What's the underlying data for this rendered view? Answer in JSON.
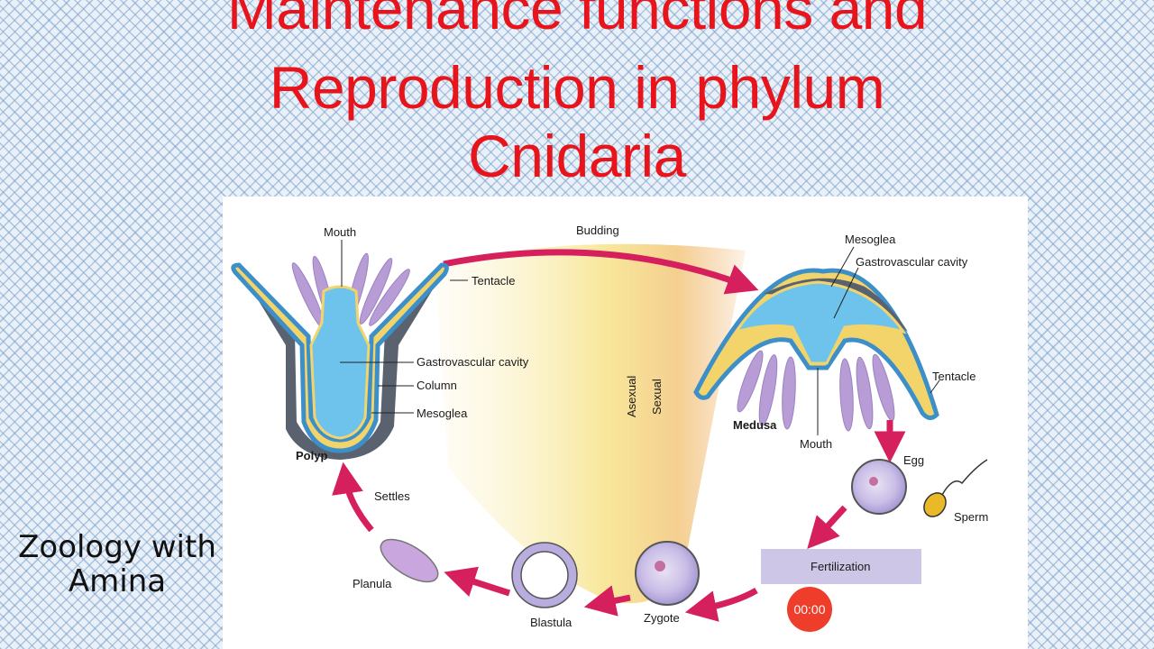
{
  "title_lines": [
    "Maintenance functions and",
    "Reproduction in phylum",
    "Cnidaria"
  ],
  "credit": {
    "line1": "Zoology with",
    "line2": "Amina"
  },
  "timer": "00:00",
  "diagram": {
    "polyp": {
      "name": "Polyp",
      "labels": {
        "mouth": "Mouth",
        "tentacle": "Tentacle",
        "gastrovascular_cavity": "Gastrovascular cavity",
        "column": "Column",
        "mesoglea": "Mesoglea"
      }
    },
    "medusa": {
      "name": "Medusa",
      "labels": {
        "mesoglea": "Mesoglea",
        "gastrovascular_cavity": "Gastrovascular cavity",
        "tentacle": "Tentacle",
        "mouth": "Mouth"
      }
    },
    "budding": "Budding",
    "asexual": "Asexual",
    "sexual": "Sexual",
    "egg": "Egg",
    "sperm": "Sperm",
    "fertilization": "Fertilization",
    "zygote": "Zygote",
    "blastula": "Blastula",
    "planula": "Planula",
    "settles": "Settles",
    "colors": {
      "arrow": "#d6205e",
      "cavity": "#6ec3ec",
      "outer_layer": "#3c8fc8",
      "yellow_layer": "#f2d46a",
      "mesoglea": "#5a6270",
      "tentacle": "#b89cd6",
      "title": "#e8141b"
    }
  }
}
